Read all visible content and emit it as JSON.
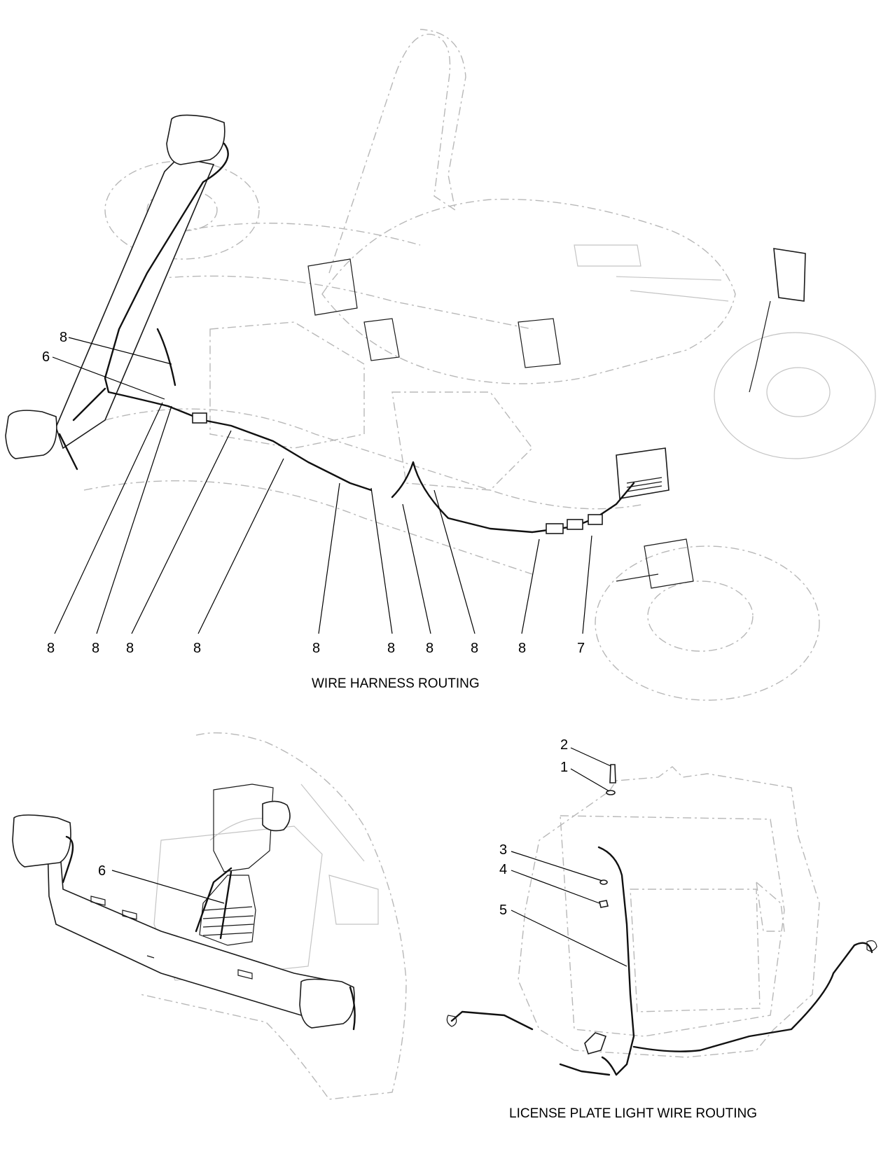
{
  "views": {
    "top": {
      "caption": "WIRE HARNESS ROUTING",
      "callouts": [
        "8",
        "6",
        "8",
        "8",
        "8",
        "8",
        "8",
        "8",
        "8",
        "8",
        "8",
        "7"
      ]
    },
    "bottom_left": {
      "callouts": [
        "6"
      ]
    },
    "bottom_right": {
      "caption": "LICENSE PLATE LIGHT WIRE ROUTING",
      "callouts": [
        "2",
        "1",
        "3",
        "4",
        "5"
      ]
    }
  }
}
